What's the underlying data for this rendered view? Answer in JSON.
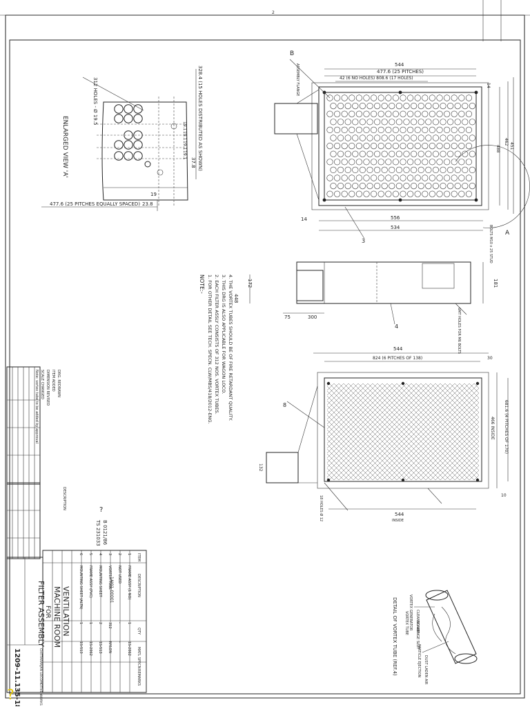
{
  "enlarged_view": {
    "title": "ENLARGED VIEW 'A'",
    "hole_note": "312 HOLES - Ø 19.5",
    "vertical_dim": "328.4 (15 HOLES DISTRIBUTED AS SHOWN)",
    "bottom_dim": "477.6 (25 PITCHES EQUALLY SPACED)",
    "bottom_small_dim": "23.8",
    "pitch_vals": [
      "19.1",
      "19.1",
      "19.1",
      "19.1"
    ],
    "right_small": "37.8",
    "small_19": "19"
  },
  "top_view": {
    "overall": "544",
    "pitch_dim": "477.6 (25 PITCHES)",
    "holes_dim": "42 (6 NO HOLES) 808.6 (17 HOLES)",
    "left_14": "14",
    "bottom_dim": "556",
    "bottom_534": "534",
    "right_dims": [
      "14",
      "488",
      "462",
      "451"
    ],
    "note_a": "A",
    "note_b": "B",
    "balloon": "3",
    "tag": "ASSEMBLY FLANGE",
    "bolt_note": "BOLTS M10 x 25 STUD"
  },
  "side_view": {
    "dim_172": "172",
    "dim_75": "75",
    "dim_300": "300",
    "dim_181": "181",
    "dim_left": "448",
    "balloon": "4",
    "note": "6MT HOLES FOR M6 BOLTS"
  },
  "front_view": {
    "dim_544_top": "544",
    "pitch_dim": "824 (6 PITCHES OF 138)",
    "dim_30": "30",
    "right_dim": "681.6 (4 PITCHES OF 170)",
    "right_inside": "466 INSIDE",
    "dim_10": "10",
    "dim_132": "132",
    "bottom_dim": "544",
    "bottom_inside": "INSIDE",
    "holes_note": "18 HOLES Ø 12",
    "balloon": "8"
  },
  "notes": {
    "heading": "NOTE:-",
    "items": [
      "1. FOR OTHER DETAIL SEE TECH. SPECN. CLW/MBS/418/2012-ENG.",
      "2. EACH FILTER ASSLY CONSISTS OF 312 NOS. VORTEX TUBES.",
      "3. THIS DRG IS ALSO APPLICABLE FOR WAGON LOCO.",
      "4. THE VORTEX TUBES SHOULD BE OF FIRE RETARDANT QUALITY."
    ]
  },
  "ref_tags": [
    "TS 231033",
    "B 0121/86"
  ],
  "revision_block": {
    "rows": [
      "Note: vortex tube to be added by approval",
      "SCALE CHANGED",
      "DIMENSION REVISED",
      "ITEM ADDED",
      "DRG. REDRAWN",
      "DESCRIPTION"
    ]
  },
  "parts_list": {
    "header": [
      "ITEM",
      "DESCRIPTION",
      "QTY",
      "MATL SPECN",
      "REMARKS"
    ],
    "rows": [
      [
        "1",
        "FRAME ASSY (1 NO)",
        "1",
        "1S-2062",
        ""
      ],
      [
        "2",
        "NOT USED",
        "-",
        "-",
        ""
      ],
      [
        "3",
        "VORTEX TUBE",
        "312",
        "NYLON",
        ""
      ],
      [
        "4",
        "MOUNTING SHEET",
        "2",
        "1S-513",
        ""
      ],
      [
        "5",
        "FRAME ASSY (PVC)",
        "1",
        "1S-2062",
        ""
      ],
      [
        "6",
        "MOUNTING SHEET (ALTN)",
        "1",
        "1S-513",
        ""
      ]
    ]
  },
  "title_block": {
    "title_line1": "FILTER ASSEMBLY",
    "title_line2": "FOR",
    "title_line3": "MACHINE ROOM",
    "title_line4": "VENTILATION",
    "drawing_no": "1209-11.135-183",
    "designer": "CHITTARANJAN LOCOMOTIVE WORKS",
    "item_no": "1AI01-00001",
    "stamp_mark": "?"
  },
  "detail_vortex": {
    "title": "DETAIL OF VORTEX TUBE (REF.4)",
    "labels": [
      "CLEANED AIR",
      "VORTEX GENERATOR",
      "DUST LADEN AIR",
      "SCAVENGE SLOT",
      "PARTICLE EJECTION",
      "VORTEX TUBE"
    ]
  },
  "scribbles": [
    "2",
    "?"
  ]
}
